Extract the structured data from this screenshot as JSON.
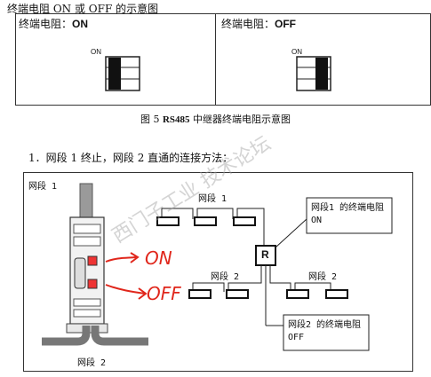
{
  "heading": "终端电阻 ON 或 OFF 的示意图",
  "table": {
    "left_label": "终端电阻：",
    "left_state": "ON",
    "left_switch_label": "ON",
    "right_label": "终端电阻：",
    "right_state": "OFF",
    "right_switch_label": "ON"
  },
  "caption": {
    "prefix": "图 5 ",
    "bold": "RS485",
    "rest": " 中继器终端电阻示意图"
  },
  "step": "1．网段 1 终止，网段 2 直通的连接方法：",
  "diagram": {
    "segment1_left": "网段 1",
    "segment1_top": "网段 1",
    "segment2_left": "网段 2",
    "segment2_right": "网段 2",
    "segment2_bottom": "网段 2",
    "repeater_box": "R",
    "callout_top_line1": "网段1 的终端电阻",
    "callout_top_line2": "ON",
    "callout_bottom_line1": "网段2 的终端电阻",
    "callout_bottom_line2": "OFF",
    "hand_on": "ON",
    "hand_off": "OFF",
    "watermark": "西门子工业 技术论坛"
  }
}
